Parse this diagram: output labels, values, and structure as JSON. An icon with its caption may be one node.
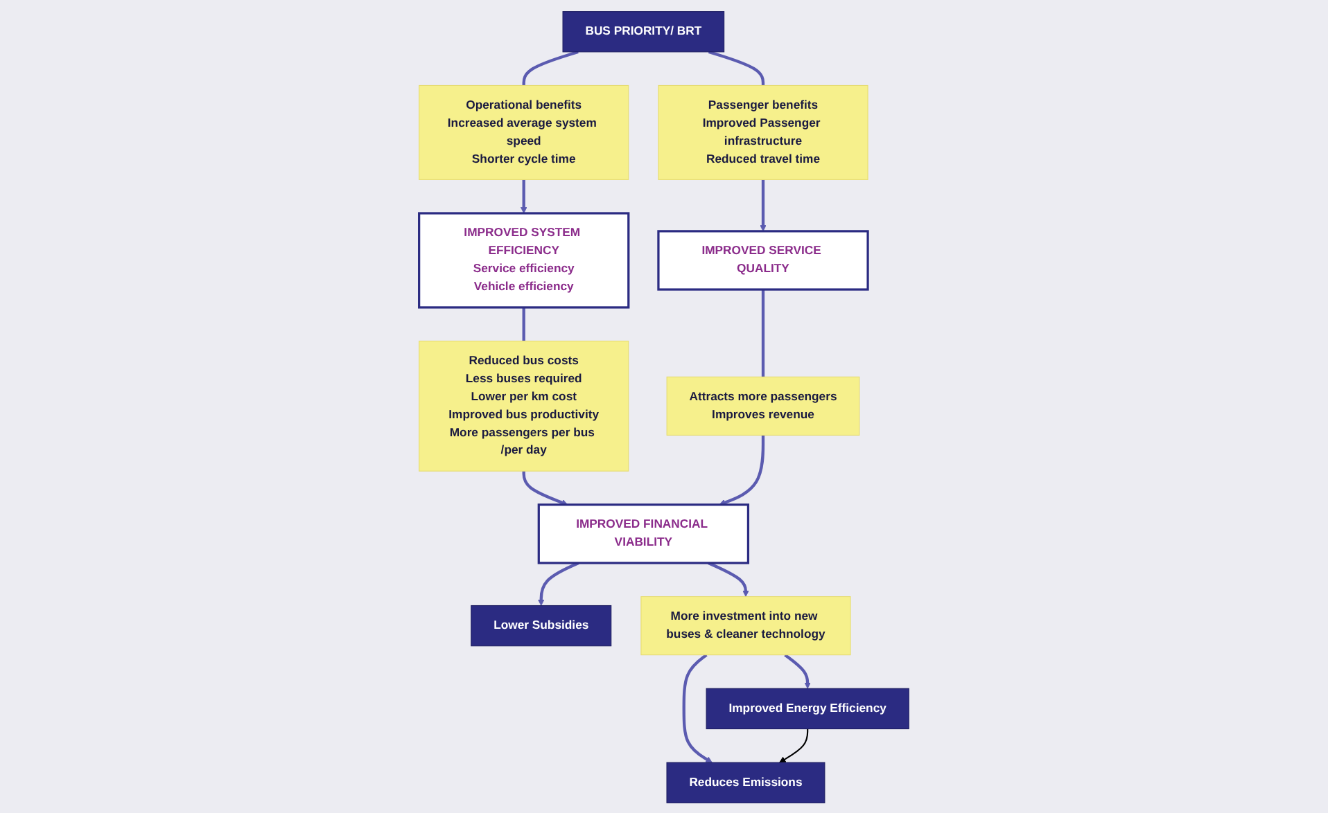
{
  "diagram": {
    "nodes": [
      {
        "text": [
          "BUS PRIORITY/ BRT"
        ]
      },
      {
        "text": [
          "Operational benefits",
          "Increased average system speed",
          "Shorter cycle time"
        ]
      },
      {
        "text": [
          "Passenger benefits",
          "Improved Passenger infrastructure",
          "Reduced travel time"
        ]
      },
      {
        "text": [
          "IMPROVED SYSTEM EFFICIENCY",
          "Service efficiency",
          "Vehicle efficiency"
        ]
      },
      {
        "text": [
          "IMPROVED SERVICE QUALITY"
        ]
      },
      {
        "text": [
          "Reduced bus costs",
          "Less buses required",
          "Lower per km cost",
          "Improved bus productivity",
          "More passengers per bus /per day"
        ]
      },
      {
        "text": [
          "Attracts more passengers",
          "Improves revenue"
        ]
      },
      {
        "text": [
          "IMPROVED FINANCIAL VIABILITY"
        ]
      },
      {
        "text": [
          "Lower Subsidies"
        ]
      },
      {
        "text": [
          "More investment into new buses & cleaner technology"
        ]
      },
      {
        "text": [
          "Improved Energy Efficiency"
        ]
      },
      {
        "text": [
          "Reduces Emissions"
        ]
      }
    ],
    "edges": [
      {
        "from": 0,
        "to": 1,
        "arrow": "none"
      },
      {
        "from": 0,
        "to": 2,
        "arrow": "none"
      },
      {
        "from": 1,
        "to": 3,
        "arrow": "to"
      },
      {
        "from": 2,
        "to": 4,
        "arrow": "to"
      },
      {
        "from": 3,
        "to": 5,
        "arrow": "none"
      },
      {
        "from": 4,
        "to": 6,
        "arrow": "none"
      },
      {
        "from": 5,
        "to": 7,
        "arrow": "to"
      },
      {
        "from": 6,
        "to": 7,
        "arrow": "to"
      },
      {
        "from": 7,
        "to": 8,
        "arrow": "to"
      },
      {
        "from": 7,
        "to": 9,
        "arrow": "to"
      },
      {
        "from": 9,
        "to": 10,
        "arrow": "to"
      },
      {
        "from": 9,
        "to": 11,
        "arrow": "to"
      },
      {
        "from": 10,
        "to": 11,
        "arrow": "to",
        "color": "#000000"
      }
    ]
  }
}
